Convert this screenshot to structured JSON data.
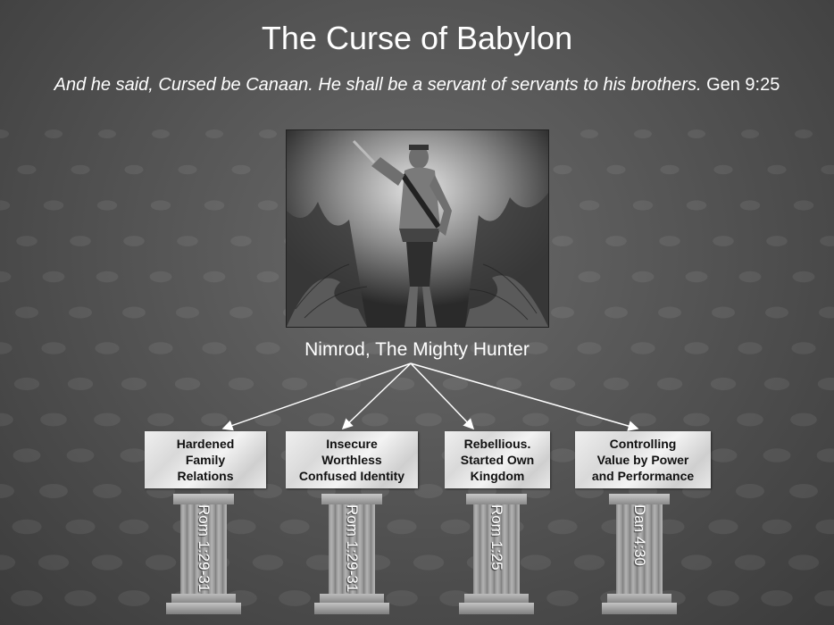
{
  "slide": {
    "title": "The Curse of Babylon",
    "subtitle_quote": "And he said, Cursed be Canaan. He shall be a servant of servants to his brothers.",
    "subtitle_ref": "Gen 9:25",
    "caption": "Nimrod, The Mighty Hunter"
  },
  "pillars": [
    {
      "lines": [
        "Hardened",
        "Family",
        "Relations"
      ],
      "ref": "Rom 1:29-31"
    },
    {
      "lines": [
        "Insecure",
        "Worthless",
        "Confused Identity"
      ],
      "ref": "Rom 1:29-31"
    },
    {
      "lines": [
        "Rebellious.",
        "Started Own",
        "Kingdom"
      ],
      "ref": "Rom 1:25"
    },
    {
      "lines": [
        "Controlling",
        "Value by Power",
        "and Performance"
      ],
      "ref": "Dan 4:30"
    }
  ]
}
